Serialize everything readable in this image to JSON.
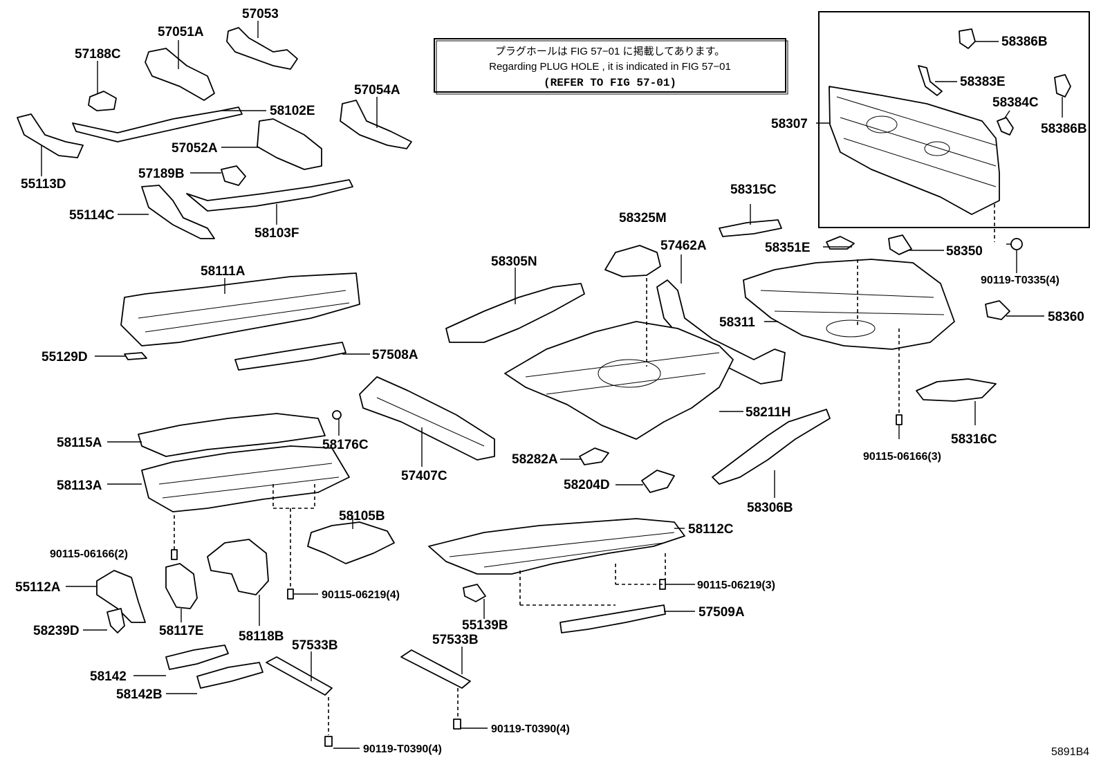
{
  "note": {
    "line1": "プラグホールは FIG 57−01 に掲載してあります。",
    "line2": "Regarding PLUG HOLE , it is indicated in FIG 57−01",
    "line3": "(REFER TO FIG 57-01)"
  },
  "figure_id": "5891B4",
  "parts": {
    "p57053": "57053",
    "p57051A": "57051A",
    "p57188C": "57188C",
    "p58102E": "58102E",
    "p57054A": "57054A",
    "p57052A": "57052A",
    "p55113D": "55113D",
    "p57189B": "57189B",
    "p55114C": "55114C",
    "p58103F": "58103F",
    "p58111A": "58111A",
    "p55129D": "55129D",
    "p57508A": "57508A",
    "p58115A": "58115A",
    "p58176C": "58176C",
    "p58113A": "58113A",
    "p57407C": "57407C",
    "p58105B": "58105B",
    "p90115_06166_2": "90115-06166(2)",
    "p55112A": "55112A",
    "p90115_06219_4": "90115-06219(4)",
    "p58239D": "58239D",
    "p58117E": "58117E",
    "p58118B": "58118B",
    "p58142": "58142",
    "p57533B_left": "57533B",
    "p58142B": "58142B",
    "p90119_T0390_left": "90119-T0390(4)",
    "p58305N": "58305N",
    "p58325M": "58325M",
    "p58315C": "58315C",
    "p57462A": "57462A",
    "p58351E": "58351E",
    "p58350": "58350",
    "p90119_T0335": "90119-T0335(4)",
    "p58311": "58311",
    "p58360": "58360",
    "p58211H": "58211H",
    "p58316C": "58316C",
    "p90115_06166_3": "90115-06166(3)",
    "p58282A": "58282A",
    "p58204D": "58204D",
    "p58306B": "58306B",
    "p58112C": "58112C",
    "p90115_06219_3": "90115-06219(3)",
    "p55139B": "55139B",
    "p57509A": "57509A",
    "p57533B_right": "57533B",
    "p90119_T0390_right": "90119-T0390(4)",
    "p58386B_top": "58386B",
    "p58383E": "58383E",
    "p58384C": "58384C",
    "p58386B_bottom": "58386B",
    "p58307": "58307"
  }
}
